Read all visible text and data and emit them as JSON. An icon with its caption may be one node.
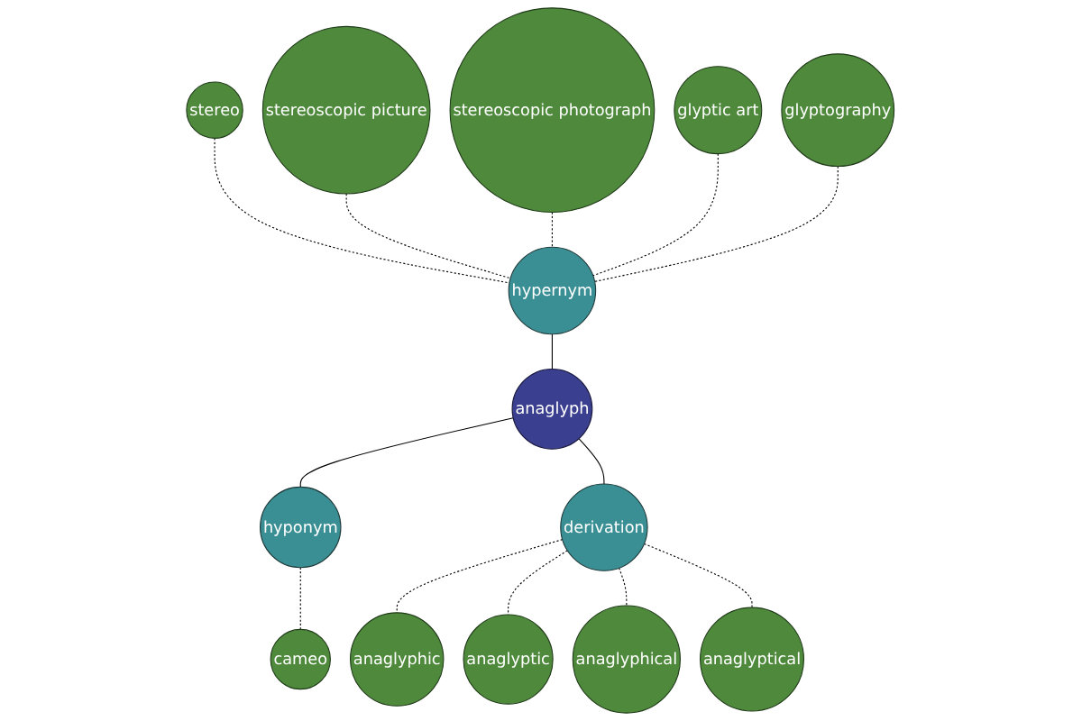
{
  "diagram": {
    "nodes": [
      {
        "text": [
          "stereo"
        ]
      },
      {
        "text": [
          "stereoscopic picture"
        ]
      },
      {
        "text": [
          "stereoscopic photograph"
        ]
      },
      {
        "text": [
          "glyptic art"
        ]
      },
      {
        "text": [
          "hypernym"
        ]
      },
      {
        "text": [
          "glyptography"
        ]
      },
      {
        "text": [
          "anaglyph"
        ]
      },
      {
        "text": [
          "anaglyphic"
        ]
      },
      {
        "text": [
          "hyponym"
        ]
      },
      {
        "text": [
          "derivation"
        ]
      },
      {
        "text": [
          "anaglyptic"
        ]
      },
      {
        "text": [
          "anaglyphical"
        ]
      },
      {
        "text": [
          "cameo"
        ]
      },
      {
        "text": [
          "anaglyptical"
        ]
      }
    ],
    "edges": [
      {
        "from": 0,
        "to": 4,
        "arrow": "none",
        "style": "dashed"
      },
      {
        "from": 1,
        "to": 4,
        "arrow": "none",
        "style": "dashed"
      },
      {
        "from": 2,
        "to": 4,
        "arrow": "none",
        "style": "dashed"
      },
      {
        "from": 3,
        "to": 4,
        "arrow": "none",
        "style": "dashed"
      },
      {
        "from": 5,
        "to": 4,
        "arrow": "none",
        "style": "dashed"
      },
      {
        "from": 4,
        "to": 6,
        "arrow": "none"
      },
      {
        "from": 6,
        "to": 8,
        "arrow": "none"
      },
      {
        "from": 6,
        "to": 9,
        "arrow": "none"
      },
      {
        "from": 8,
        "to": 12,
        "arrow": "none",
        "style": "dashed"
      },
      {
        "from": 9,
        "to": 7,
        "arrow": "none",
        "style": "dashed"
      },
      {
        "from": 9,
        "to": 10,
        "arrow": "none",
        "style": "dashed"
      },
      {
        "from": 9,
        "to": 11,
        "arrow": "none",
        "style": "dashed"
      },
      {
        "from": 9,
        "to": 13,
        "arrow": "none",
        "style": "dashed"
      }
    ]
  }
}
